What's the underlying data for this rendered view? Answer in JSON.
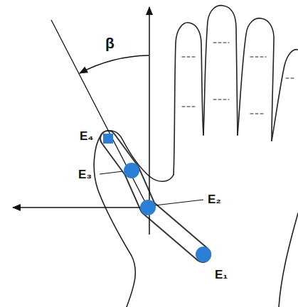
{
  "diagram": {
    "labels": [
      "β",
      "E₄",
      "E₃",
      "E₂",
      "E₁"
    ]
  }
}
